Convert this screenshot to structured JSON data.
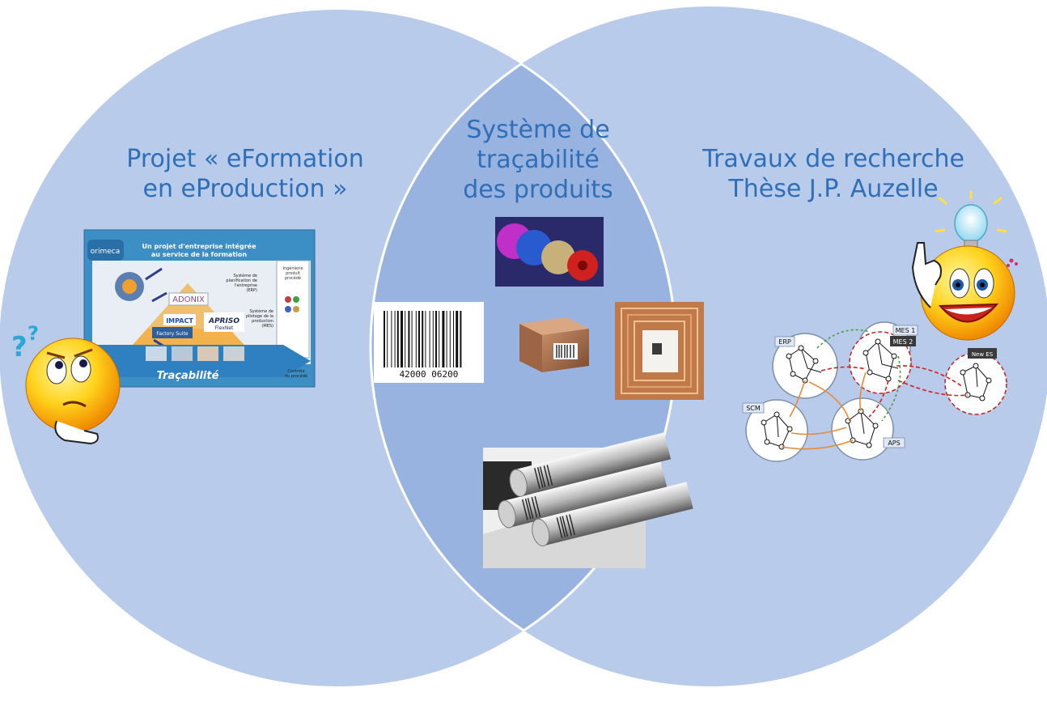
{
  "left_circle": {
    "title_line1": "Projet « eFormation",
    "title_line2": "en eProduction »",
    "slide": {
      "headline_line1": "Un projet d'entreprise intégrée",
      "headline_line2": "au service de la formation",
      "erp_line1": "Système de",
      "erp_line2": "planification de",
      "erp_line3": "l'entreprise",
      "erp_line4": "(ERP)",
      "mes_line1": "Système de",
      "mes_line2": "pilotage de la",
      "mes_line3": "production",
      "mes_line4": "(MES)",
      "adonix": "ADONIX",
      "impact": "IMPACT",
      "apriso": "APRISO",
      "flexnet": "FlexNet",
      "factory_suite": "Factory Suite",
      "tracabilite": "Traçabilité",
      "controle_line1": "Contrôle",
      "controle_line2": "du procédé",
      "ingenierie_line1": "Ingénierie",
      "ingenierie_line2": "produit",
      "ingenierie_line3": "procédé",
      "logo": "orimeca"
    }
  },
  "center": {
    "title_line1": "Système de",
    "title_line2": "traçabilité",
    "title_line3": "des produits",
    "barcode_number": "42000 06200"
  },
  "right_circle": {
    "title_line1": "Travaux de recherche",
    "title_line2": "Thèse J.P. Auzelle",
    "network": {
      "erp": "ERP",
      "mes1": "MES 1",
      "mes2": "MES 2",
      "new_es": "New ES",
      "scm": "SCM",
      "aps": "APS"
    }
  },
  "colors": {
    "circle": "#b9cbeb",
    "overlap": "#99b3e1",
    "title": "#2f6fb8"
  }
}
